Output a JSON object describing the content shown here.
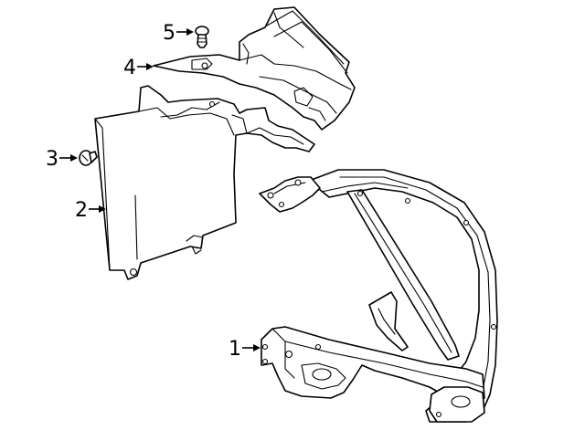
{
  "callouts": [
    {
      "id": "1",
      "label": "1",
      "part": "radiator-support-frame"
    },
    {
      "id": "2",
      "label": "2",
      "part": "side-air-deflector-panel"
    },
    {
      "id": "3",
      "label": "3",
      "part": "push-pin-retainer"
    },
    {
      "id": "4",
      "label": "4",
      "part": "upper-air-guide-bracket"
    },
    {
      "id": "5",
      "label": "5",
      "part": "clip-fastener"
    }
  ],
  "colors": {
    "line": "#000000",
    "background": "#ffffff"
  }
}
